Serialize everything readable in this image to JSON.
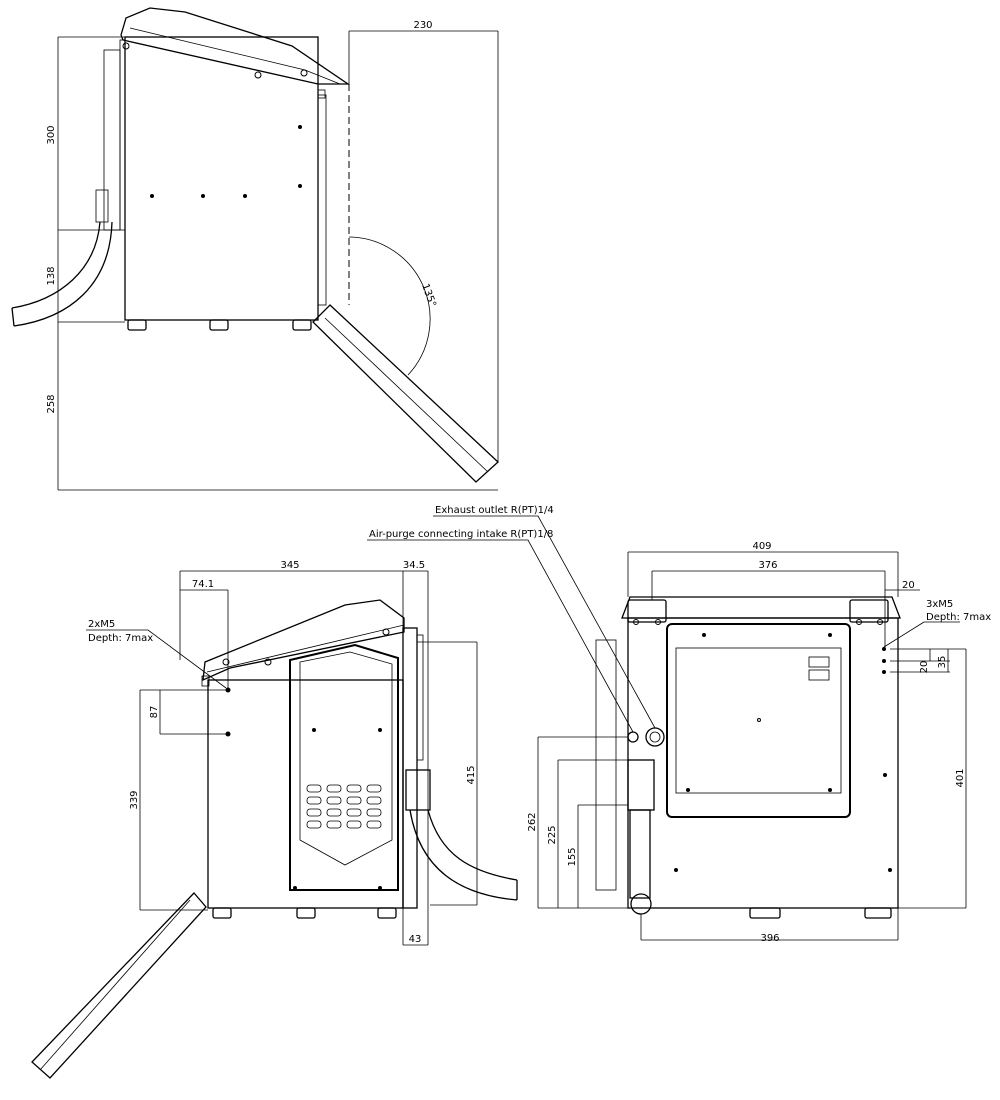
{
  "top_view": {
    "dim_width": "230",
    "dim_upper": "300",
    "dim_middle": "138",
    "dim_lower": "258",
    "dim_angle": "135°"
  },
  "side_view": {
    "dim_total": "345",
    "dim_offset": "74.1",
    "dim_rear": "34.5",
    "dim_hole_pitch": "87",
    "dim_hole_height": "339",
    "dim_overall_height": "415",
    "dim_bottom": "43",
    "hole_callout_line1": "2xM5",
    "hole_callout_line2": "Depth: 7max"
  },
  "front_view": {
    "label_exhaust": "Exhaust outlet R(PT)1/4",
    "label_air_purge": "Air-purge connecting intake R(PT)1/8",
    "dim_total": "409",
    "dim_inner": "376",
    "dim_right_offset": "20",
    "dim_bottom_width": "396",
    "dim_height": "401",
    "dim_262": "262",
    "dim_225": "225",
    "dim_155": "155",
    "dim_20": "20",
    "dim_35": "35",
    "hole_callout_line1": "3xM5",
    "hole_callout_line2": "Depth: 7max"
  }
}
